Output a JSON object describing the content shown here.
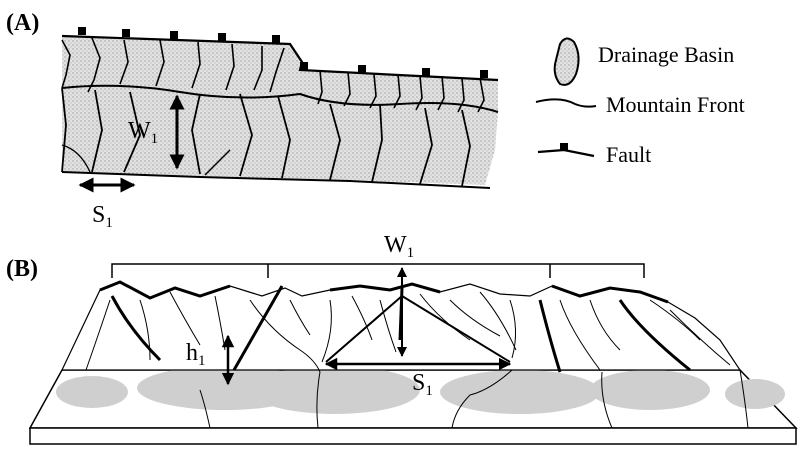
{
  "panel_a": {
    "label": "(A)",
    "w_symbol": "W",
    "w_sub": "1",
    "s_symbol": "S",
    "s_sub": "1"
  },
  "panel_b": {
    "label": "(B)",
    "w_symbol": "W",
    "w_sub": "1",
    "s_symbol": "S",
    "s_sub": "1",
    "h_symbol": "h",
    "h_sub": "1"
  },
  "legend": [
    {
      "label": "Drainage Basin",
      "symbol": "drainage-basin-symbol"
    },
    {
      "label": "Mountain Front",
      "symbol": "mountain-front-line"
    },
    {
      "label": "Fault",
      "symbol": "fault-line-symbol"
    }
  ]
}
